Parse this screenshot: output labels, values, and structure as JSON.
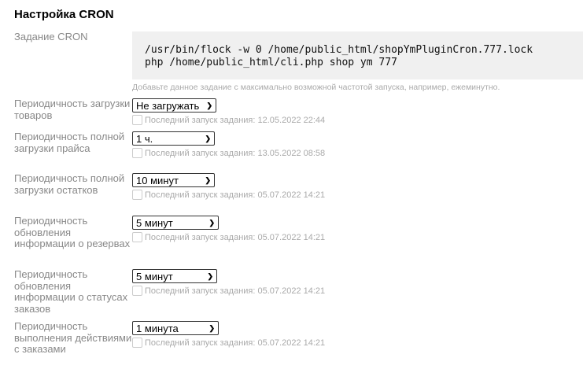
{
  "title": "Настройка CRON",
  "cron": {
    "label": "Задание CRON",
    "line1": "/usr/bin/flock -w 0 /home/public_html/shopYmPluginCron.777.lock",
    "line2": "php /home/public_html/cli.php shop ym 777",
    "hint": "Добавьте данное задание с максимально возможной частотой запуска, например, ежеминутно."
  },
  "rows": [
    {
      "label": "Периодичность загрузки товаров",
      "value": "Не загружать",
      "last": "Последний запуск задания: 12.05.2022 22:44"
    },
    {
      "label": "Периодичность полной загрузки прайса",
      "value": "1 ч.",
      "last": "Последний запуск задания: 13.05.2022 08:58"
    },
    {
      "label": "Периодичность полной загрузки остатков",
      "value": "10 минут",
      "last": "Последний запуск задания: 05.07.2022 14:21"
    },
    {
      "label": "Периодичность обновления информации о резервах",
      "value": "5 минут",
      "last": "Последний запуск задания: 05.07.2022 14:21"
    },
    {
      "label": "Периодичность обновления информации о статусах заказов",
      "value": "5 минут",
      "last": "Последний запуск задания: 05.07.2022 14:21"
    },
    {
      "label": "Периодичность выполнения действиями с заказами",
      "value": "1 минута",
      "last": "Последний запуск задания: 05.07.2022 14:21"
    }
  ]
}
